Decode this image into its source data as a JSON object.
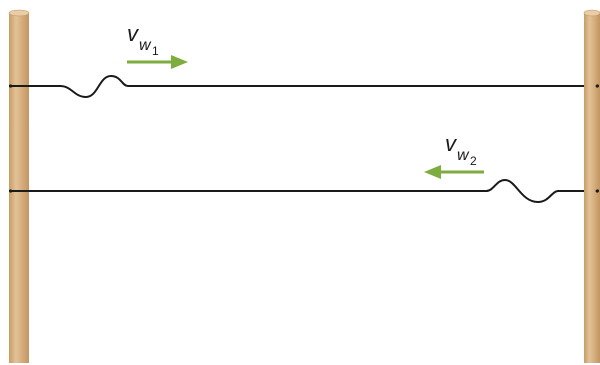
{
  "labels": {
    "wave1": {
      "symbol": "v",
      "sub1": "w",
      "sub2": "1"
    },
    "wave2": {
      "symbol": "v",
      "sub1": "w",
      "sub2": "2"
    }
  },
  "colors": {
    "post": "#d9b283",
    "post_shade": "#bf955f",
    "string": "#1a1a1a",
    "arrow": "#7cad3e"
  },
  "arrows": {
    "wave1": "right",
    "wave2": "left"
  }
}
